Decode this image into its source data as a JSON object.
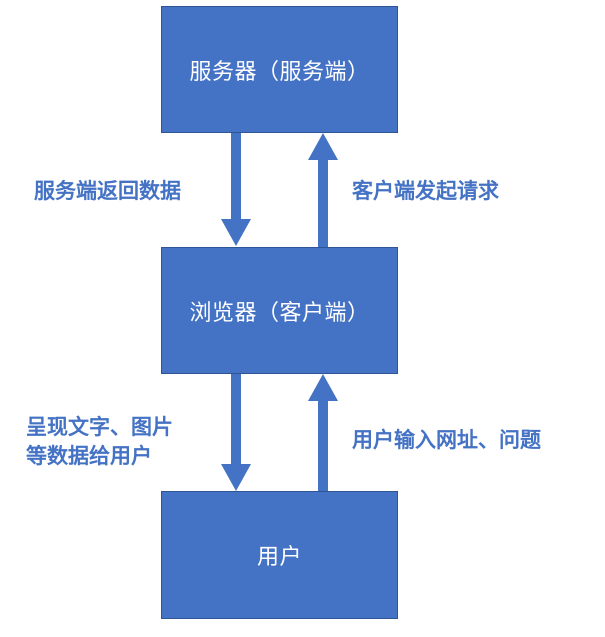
{
  "nodes": {
    "server": "服务器（服务端）",
    "browser": "浏览器（客户端）",
    "user": "用户"
  },
  "edges": {
    "server_to_browser": "服务端返回数据",
    "browser_to_server": "客户端发起请求",
    "browser_to_user_line1": "呈现文字、图片",
    "browser_to_user_line2": "等数据给用户",
    "user_to_browser": "用户输入网址、问题"
  },
  "colors": {
    "box_fill": "#4472C4",
    "box_border": "#2F5597",
    "box_text": "#FFFFFF",
    "label_text": "#4472C4",
    "arrow": "#4472C4"
  }
}
